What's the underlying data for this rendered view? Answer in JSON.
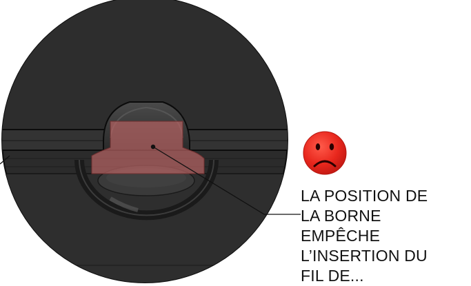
{
  "caption": {
    "lines": [
      "LA POSITION DE",
      "LA BORNE",
      "EMPÊCHE",
      "L’INSERTION DU",
      "FIL DE..."
    ]
  },
  "status_icon": "sad-face-icon",
  "colors": {
    "part_dark": "#2b2b2b",
    "part_outline": "#0e0e0e",
    "terminal_highlight": "#b46363",
    "sad_face": "#e8271d",
    "caption_text": "#111111"
  }
}
